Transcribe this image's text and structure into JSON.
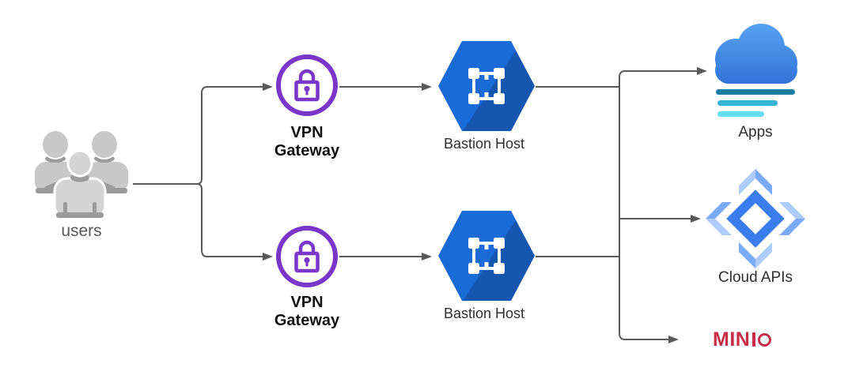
{
  "diagram_type": "network-architecture-flow",
  "colors": {
    "line": "#595959",
    "purple": "#7a35c9",
    "hex-blue": "#1a6ad8",
    "hex-shadow": "#155ab8",
    "cloud-top": "#56a3f2",
    "cloud-bottom": "#3173d8",
    "bar1": "#1a7fa3",
    "bar2": "#35b4d6",
    "bar3": "#66dcf5",
    "capi-ring": "#3b7ded",
    "capi-light": "#aecbfa",
    "capi-mid": "#7baaf7",
    "minio-red": "#c72c48",
    "people-light": "#d4d4d4",
    "people-mid": "#c8c8c8",
    "people-dark": "#9b9b9b"
  },
  "nodes": {
    "users": {
      "label": "users"
    },
    "vpn_gateway_top": {
      "label_line1": "VPN",
      "label_line2": "Gateway"
    },
    "vpn_gateway_bottom": {
      "label_line1": "VPN",
      "label_line2": "Gateway"
    },
    "bastion_top": {
      "label": "Bastion Host"
    },
    "bastion_bottom": {
      "label": "Bastion Host"
    },
    "apps": {
      "label": "Apps"
    },
    "cloud_apis": {
      "label": "Cloud APIs"
    },
    "minio": {
      "label": "MINIO",
      "wordmark_bold": "MIN"
    }
  },
  "edges": [
    "users -> vpn_gateway_top",
    "users -> vpn_gateway_bottom",
    "vpn_gateway_top -> bastion_top",
    "vpn_gateway_bottom -> bastion_bottom",
    "bastion_top -> apps",
    "bastion_top -> cloud_apis",
    "bastion_top -> minio",
    "bastion_bottom -> apps",
    "bastion_bottom -> cloud_apis",
    "bastion_bottom -> minio"
  ]
}
